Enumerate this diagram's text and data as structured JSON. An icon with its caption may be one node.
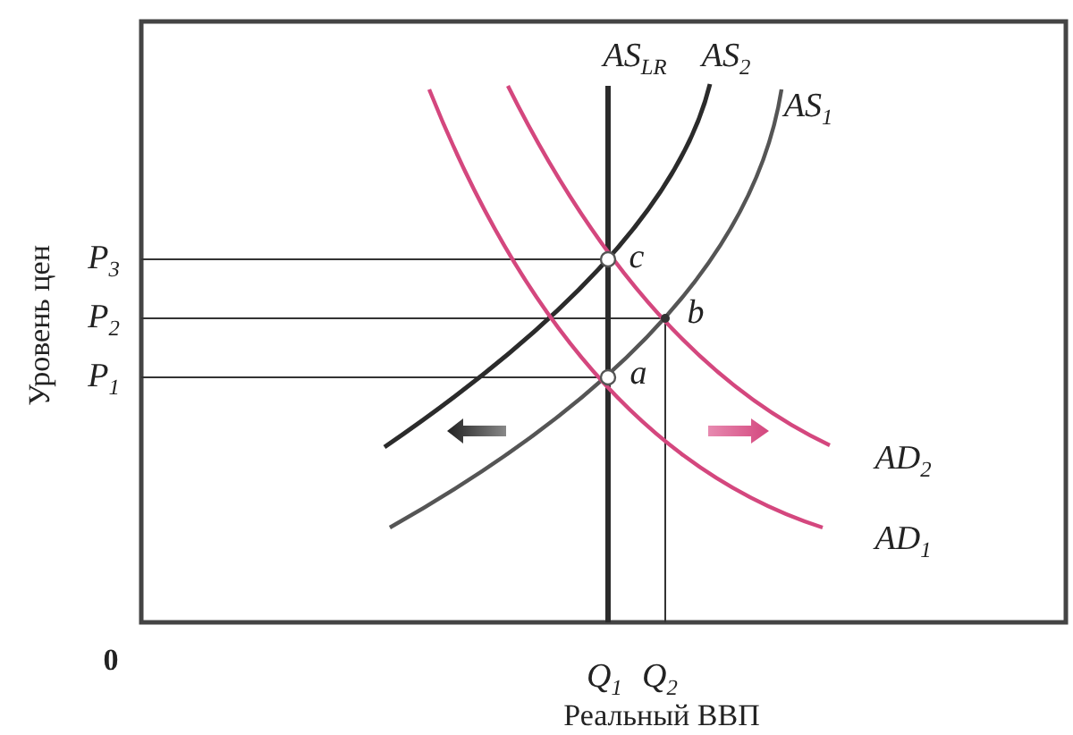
{
  "diagram": {
    "labels": [
      "AS$_{LR}$",
      "AS$_{2}$",
      "AS$_{1}$",
      "Уровень цен",
      "P$_{3}$",
      "c",
      "P$_{2}$",
      "b",
      "P$_{1}$",
      "a",
      "AD$_{2}$",
      "AD$_{1}$",
      "0",
      "Q$_{1}$",
      "Q$_{2}$",
      "Реальный ВВП"
    ]
  }
}
